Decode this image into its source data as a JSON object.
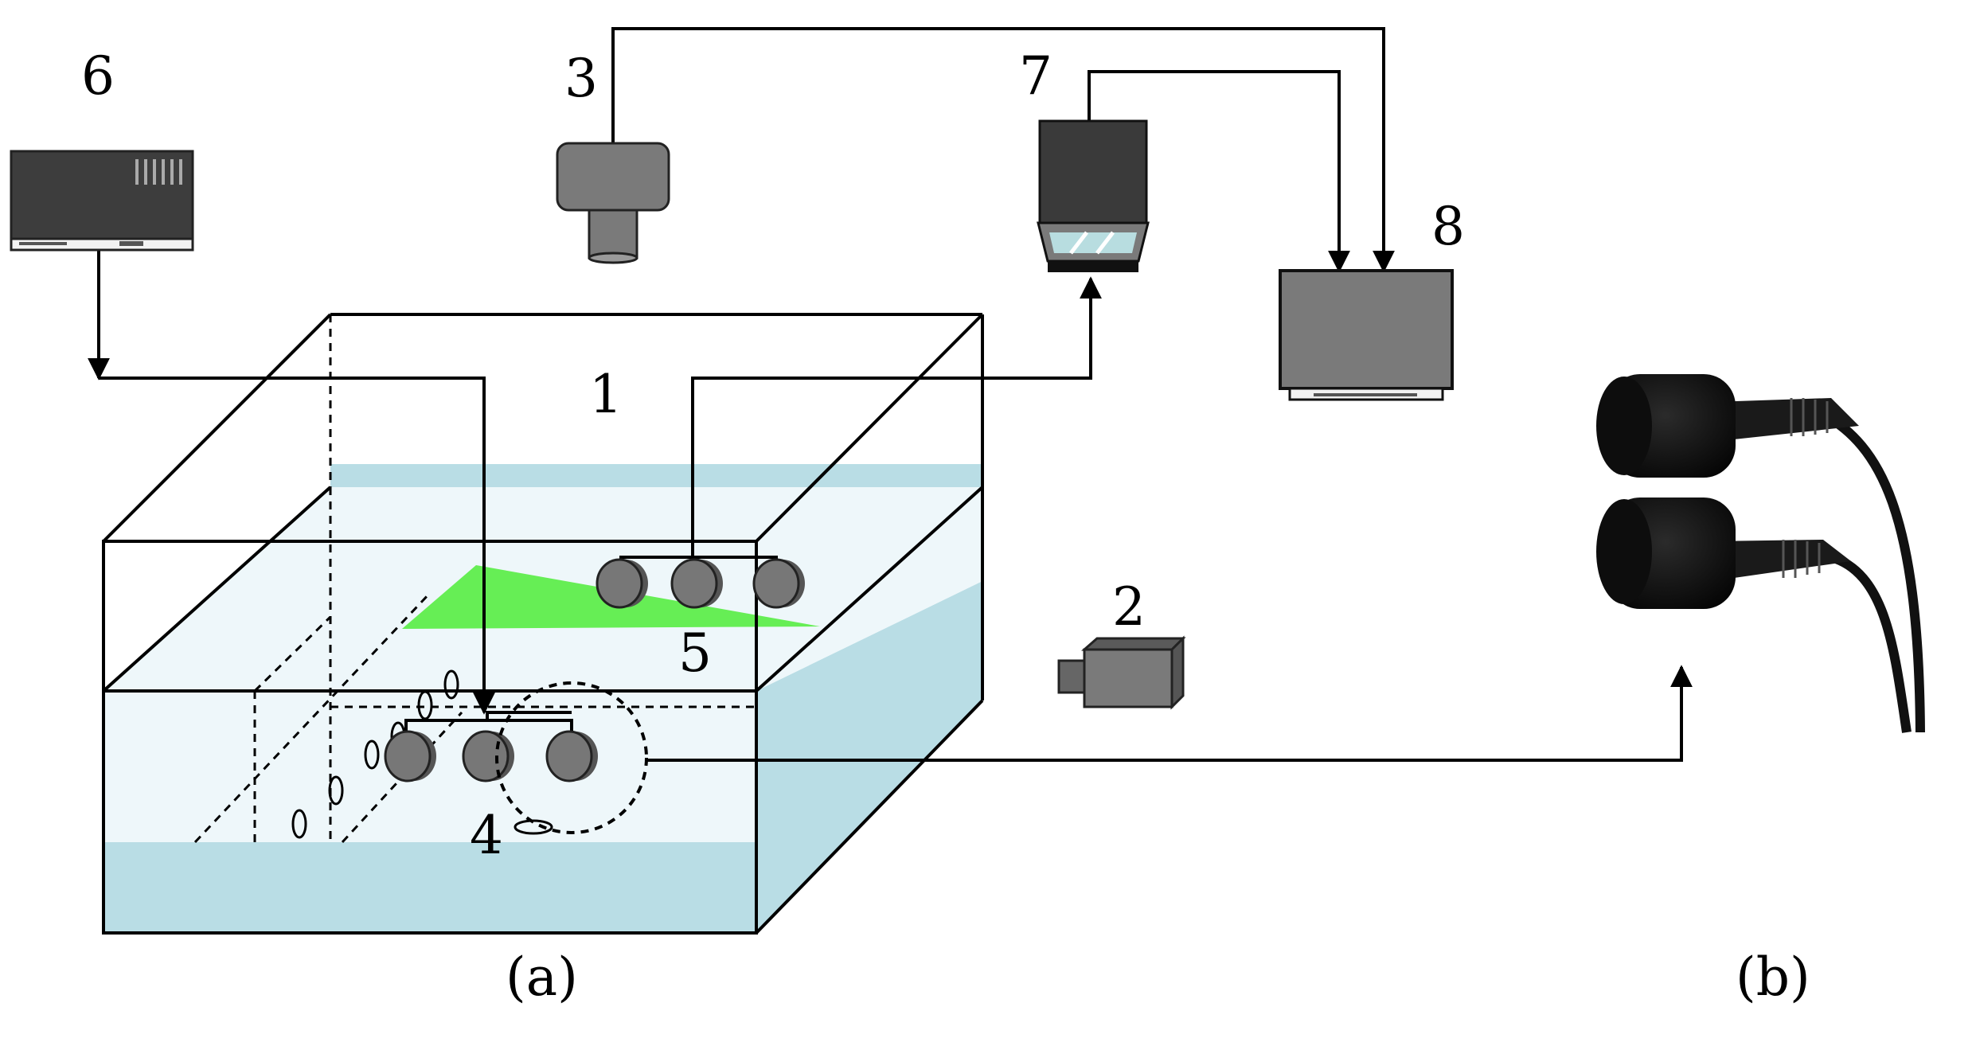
{
  "labels": {
    "tank": "1",
    "camera_side": "2",
    "camera_top": "3",
    "hydrophones": "4",
    "fish_target": "5",
    "signal_generator": "6",
    "recorder": "7",
    "monitor": "8"
  },
  "captions": {
    "a": "(a)",
    "b": "(b)"
  },
  "colors": {
    "water": "#b9dde5",
    "water_light": "#eef7fa",
    "target": "#66ee55",
    "device_dark": "#3d3d3d",
    "device_gray": "#7a7a7a",
    "line": "#000000"
  }
}
